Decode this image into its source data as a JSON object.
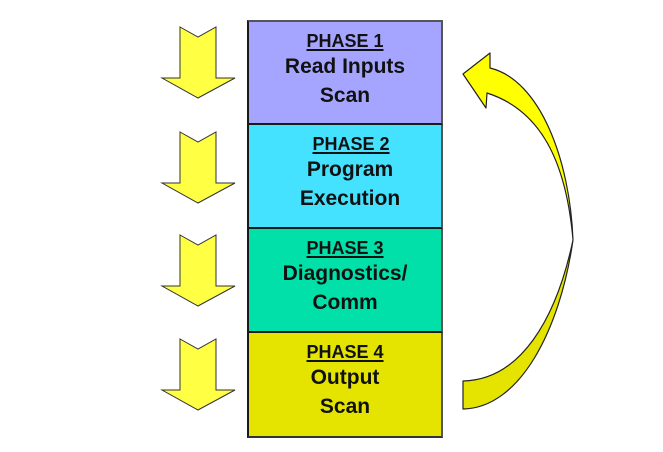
{
  "diagram": {
    "type": "plc-scan-cycle",
    "phases": [
      {
        "title": "PHASE 1",
        "lines": [
          "Read Inputs",
          "Scan"
        ],
        "color": "#a5a5ff"
      },
      {
        "title": "PHASE 2",
        "lines": [
          "Program",
          "Execution"
        ],
        "color": "#44e2ff"
      },
      {
        "title": "PHASE 3",
        "lines": [
          "Diagnostics/",
          "Comm"
        ],
        "color": "#00e0a8"
      },
      {
        "title": "PHASE 4",
        "lines": [
          "Output",
          "Scan"
        ],
        "color": "#e4e400"
      }
    ],
    "arrows": {
      "down_arrow_color": "#ffff44",
      "loop_arrow_color_top": "#ffff00",
      "loop_arrow_color_bottom": "#e4e400",
      "loop_from": "PHASE 4",
      "loop_to": "PHASE 1"
    }
  }
}
